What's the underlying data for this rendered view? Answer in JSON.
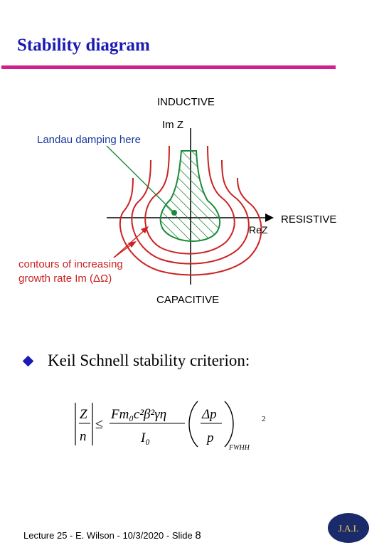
{
  "slide": {
    "title": "Stability diagram",
    "bullet": "Keil Schnell stability criterion:",
    "slide_number": "8",
    "footer_text": "Lecture 25 - E. Wilson - 10/3/2020 - Slide ",
    "logo_text": "J.A.I."
  },
  "diagram": {
    "top_label": "INDUCTIVE",
    "bottom_label": "CAPACITIVE",
    "right_label": "RESISTIVE",
    "imz_label": "Im Z",
    "rez_label": "ReZ",
    "landau_label": "Landau damping here",
    "contours_label_line1": "contours of increasing",
    "contours_label_line2": "growth rate Im (ΔΩ)"
  },
  "formula": {
    "Z": "Z",
    "n": "n",
    "leq": "≤",
    "numerator": "Fm₀c²β²γη",
    "denominator": "I₀",
    "dp": "Δp",
    "p": "p",
    "sub": "FWHH",
    "sup": "2"
  },
  "colors": {
    "title": "#1a1ab4",
    "rule": "#d0208a",
    "contour": "#cc2222",
    "stable": "#1a8a3a",
    "diagram_text_blue": "#1a3aa0"
  }
}
